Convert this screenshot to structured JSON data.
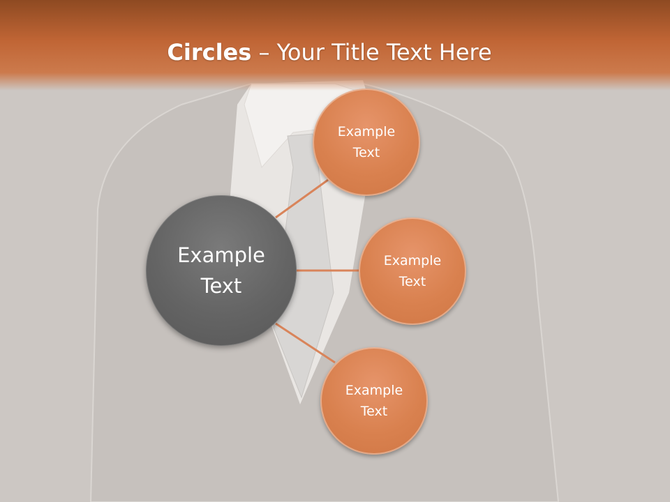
{
  "title": {
    "bold": "Circles",
    "rest": " – Your Title Text Here"
  },
  "center": {
    "label": "Example\nText"
  },
  "nodes": [
    {
      "label": "Example\nText"
    },
    {
      "label": "Example\nText"
    },
    {
      "label": "Example\nText"
    }
  ],
  "colors": {
    "header": "#c06535",
    "circle": "#d9814f",
    "center": "#646464",
    "connector": "#d9845a",
    "background": "#ccc7c3"
  }
}
